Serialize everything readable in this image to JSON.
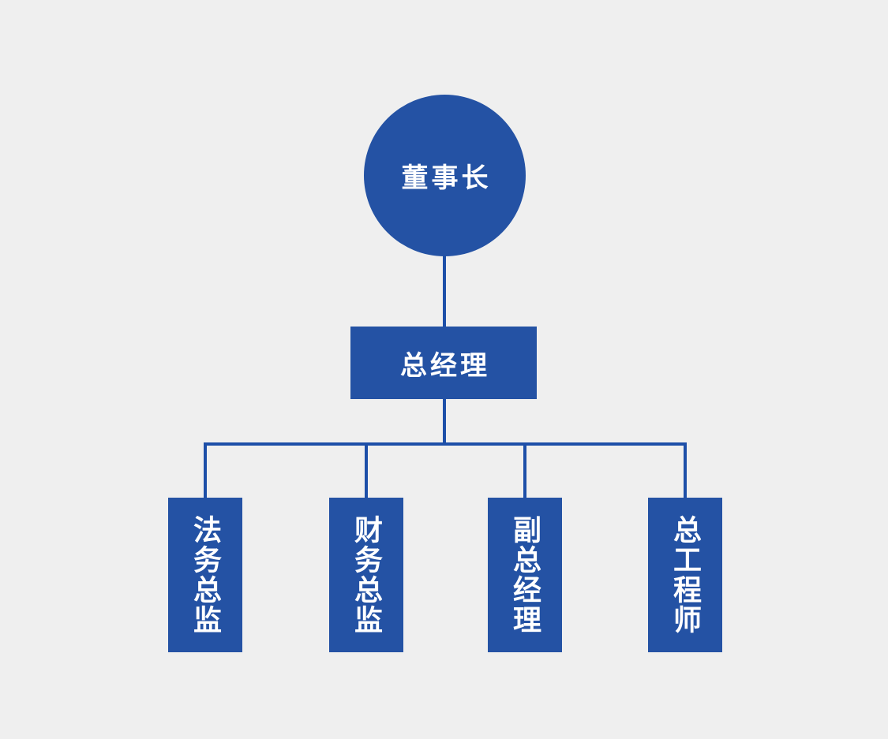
{
  "org": {
    "chairman": {
      "label": "董事长"
    },
    "general_manager": {
      "label": "总经理"
    },
    "departments": [
      {
        "label": "法务总监"
      },
      {
        "label": "财务总监"
      },
      {
        "label": "副总经理"
      },
      {
        "label": "总工程师"
      }
    ]
  },
  "colors": {
    "background": "#efefef",
    "node_fill": "#2452a4",
    "connector_line": "#1d4fa8",
    "node_text": "#ffffff"
  }
}
